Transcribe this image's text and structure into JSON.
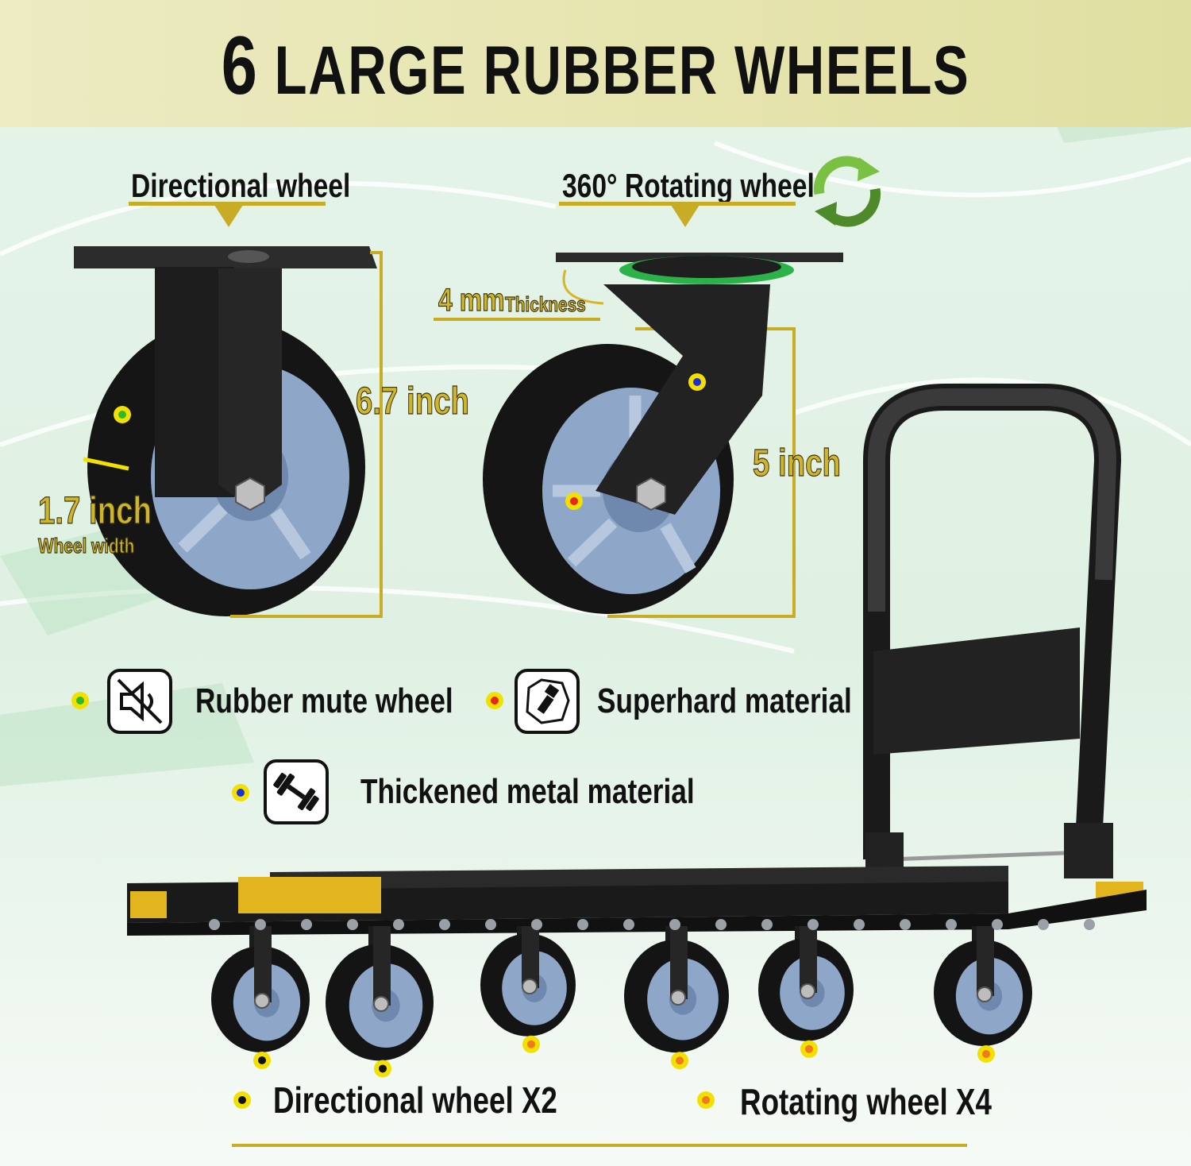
{
  "headline": {
    "number": "6",
    "text": "LARGE RUBBER WHEELS"
  },
  "wheels": {
    "directional": {
      "title": "Directional wheel",
      "height": "6.7 inch",
      "width": "1.7 inch",
      "width_label": "Wheel width"
    },
    "rotating": {
      "title": "360° Rotating wheel",
      "height": "5 inch",
      "plate": "4 mm",
      "plate_label": "Thickness"
    }
  },
  "features": [
    {
      "label": "Rubber mute wheel",
      "icon": "mute-icon",
      "dot_color": "#2db82d"
    },
    {
      "label": "Superhard material",
      "icon": "hard-material-icon",
      "dot_color": "#e8261c"
    },
    {
      "label": "Thickened metal material",
      "icon": "dumbbell-icon",
      "dot_color": "#1c2fd8"
    }
  ],
  "legend": {
    "directional": "Directional wheel  X2",
    "rotating": "Rotating wheel  X4"
  },
  "colors": {
    "accent": "#c9ac25",
    "directional_dot": "#111111",
    "rotating_dot": "#f07a1e",
    "dot_ring": "#f2e000"
  }
}
